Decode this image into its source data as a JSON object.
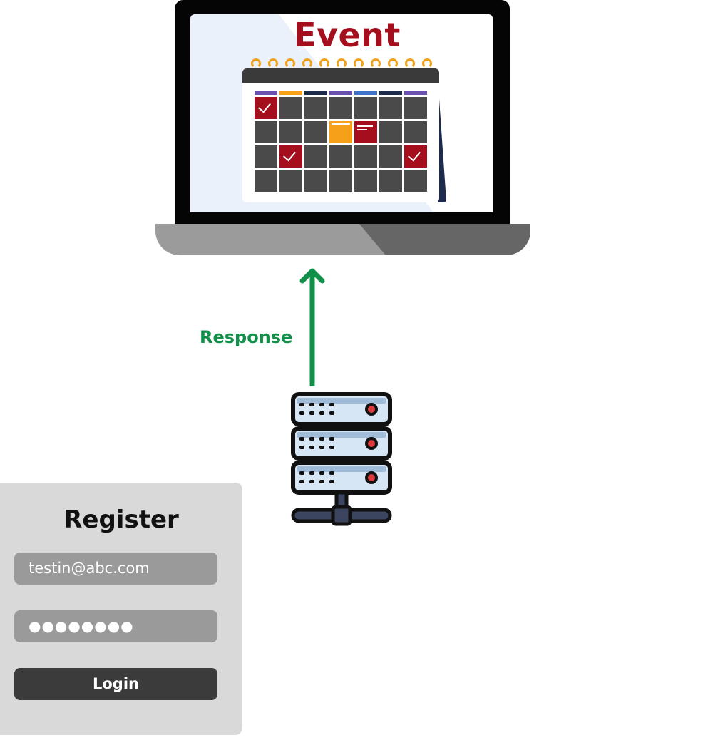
{
  "laptop": {
    "screen_title": "Event",
    "title_color": "#a50f1d",
    "calendar": {
      "header_colors": [
        "#6a4fb3",
        "#f6a01a",
        "#1d2b4d",
        "#6a4fb3",
        "#3e73c8",
        "#1d2b4d",
        "#6a4fb3"
      ],
      "cell_colors": {
        "default": "#4a4a4a",
        "red": "#a50f1d",
        "orange": "#f6a01a"
      },
      "grid": [
        [
          "red-check",
          "",
          "",
          "",
          "",
          "",
          ""
        ],
        [
          "",
          "",
          "",
          "orange-note",
          "red-note",
          "",
          ""
        ],
        [
          "",
          "red-check",
          "",
          "",
          "",
          "",
          "red-check"
        ],
        [
          "",
          "",
          "",
          "",
          "",
          "",
          ""
        ]
      ]
    }
  },
  "arrow": {
    "label": "Response",
    "color": "#12904a",
    "direction": "up"
  },
  "server": {
    "icon": "server-rack-icon",
    "units": 3
  },
  "register": {
    "title": "Register",
    "email_value": "testin@abc.com",
    "password_value": "●●●●●●●●",
    "login_label": "Login"
  }
}
